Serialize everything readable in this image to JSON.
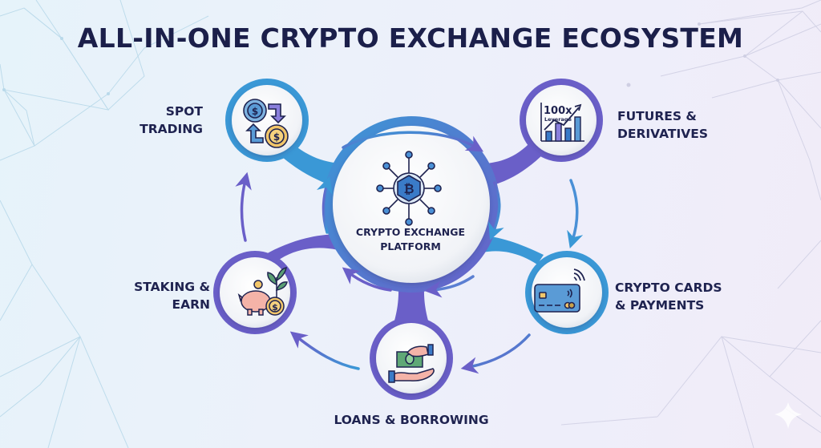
{
  "title": "ALL-IN-ONE CRYPTO EXCHANGE ECOSYSTEM",
  "center": {
    "label_line1": "CRYPTO EXCHANGE",
    "label_line2": "PLATFORM",
    "icon": "bitcoin-network-icon"
  },
  "nodes": [
    {
      "id": "spot-trading",
      "line1": "SPOT",
      "line2": "TRADING",
      "icon": "currency-exchange-icon",
      "ring_color": "#3a98d6"
    },
    {
      "id": "futures",
      "line1": "FUTURES &",
      "line2": "DERIVATIVES",
      "icon": "leverage-chart-icon",
      "icon_text_1": "100x",
      "icon_text_2": "Leverage",
      "ring_color": "#6a5fc8"
    },
    {
      "id": "cards",
      "line1": "CRYPTO CARDS",
      "line2": "& PAYMENTS",
      "icon": "contactless-card-icon",
      "ring_color": "#3a98d6"
    },
    {
      "id": "loans",
      "line1": "LOANS & BORROWING",
      "line2": "",
      "icon": "money-exchange-hands-icon",
      "ring_color": "#6a5fc8"
    },
    {
      "id": "staking",
      "line1": "STAKING &",
      "line2": "EARN",
      "icon": "piggy-bank-growth-icon",
      "ring_color": "#6a5fc8"
    }
  ],
  "colors": {
    "blue": "#3a98d6",
    "purple": "#6a5fc8",
    "dark_text": "#1f2350",
    "gold": "#f2c66a",
    "green": "#5a9e73",
    "pink": "#f4b3a8"
  }
}
